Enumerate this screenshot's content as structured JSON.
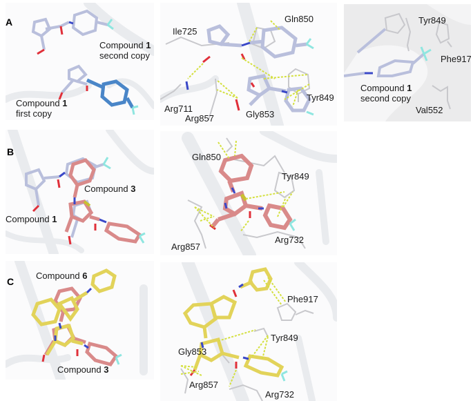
{
  "figure": {
    "panels": [
      {
        "letter": "A",
        "views": [
          {
            "id": "A-overview",
            "labels": [
              {
                "text": "Compound ",
                "bold": "1",
                "line2": "second copy"
              },
              {
                "text": "Compound ",
                "bold": "1",
                "line2": "first copy"
              }
            ]
          },
          {
            "id": "A-interactions",
            "residues": [
              "Ile725",
              "Gln850",
              "Arg711",
              "Arg857",
              "Gly853",
              "Tyr849"
            ]
          },
          {
            "id": "A-surface",
            "residues": [
              "Tyr849",
              "Phe917",
              "Val552"
            ],
            "labels": [
              {
                "text": "Compound ",
                "bold": "1",
                "line2": "second copy"
              }
            ]
          }
        ]
      },
      {
        "letter": "B",
        "views": [
          {
            "id": "B-overlay",
            "labels": [
              {
                "text": "Compound ",
                "bold": "3"
              },
              {
                "text": "Compound ",
                "bold": "1"
              }
            ]
          },
          {
            "id": "B-interactions",
            "residues": [
              "Gln850",
              "Tyr849",
              "Arg857",
              "Arg732"
            ]
          }
        ]
      },
      {
        "letter": "C",
        "views": [
          {
            "id": "C-overlay",
            "labels": [
              {
                "text": "Compound ",
                "bold": "6"
              },
              {
                "text": "Compound ",
                "bold": "3"
              }
            ]
          },
          {
            "id": "C-interactions",
            "residues": [
              "Phe917",
              "Tyr849",
              "Gly853",
              "Arg857",
              "Arg732"
            ]
          }
        ]
      }
    ],
    "colors": {
      "compound1": "#b9bfdc",
      "compound1_alt": "#4a86c8",
      "compound3": "#d98a8a",
      "compound6": "#e2d35a",
      "nitrogen": "#3a48c8",
      "oxygen": "#e0303a",
      "fluorine": "#8fe6e0",
      "sulfur": "#c8c030",
      "residue": "#c8c8cc",
      "hbond": "#d4e040",
      "ribbon": "#e9ebee"
    }
  }
}
